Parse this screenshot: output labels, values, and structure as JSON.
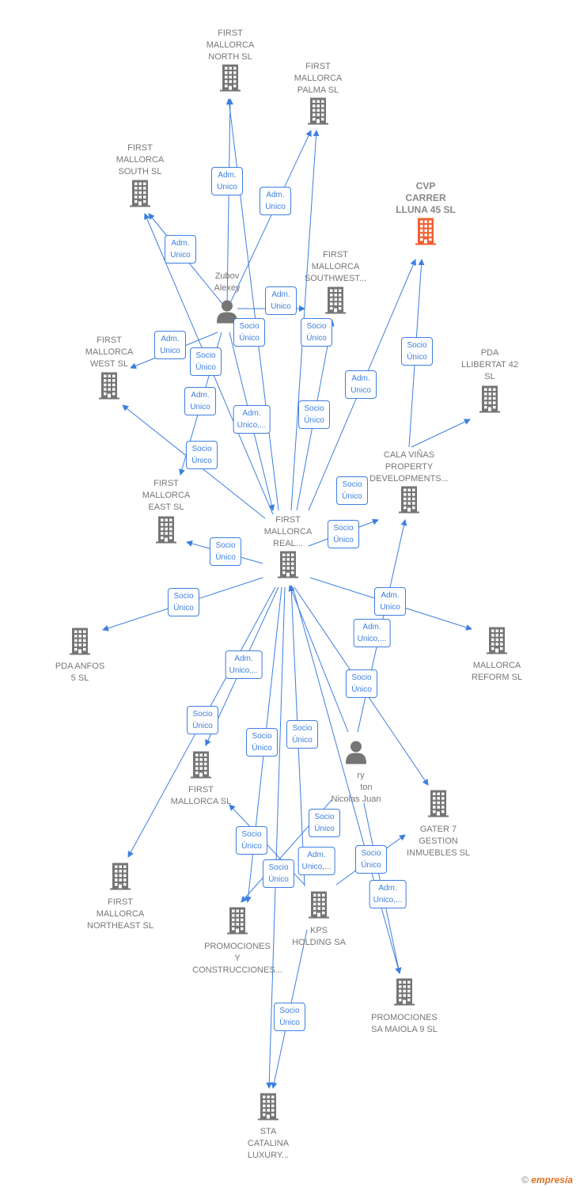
{
  "colors": {
    "edge": "#3d7fe0",
    "node": "#757575",
    "highlight": "#f06030"
  },
  "nodes": [
    {
      "id": "north",
      "type": "company",
      "label": [
        "FIRST",
        "MALLORCA",
        "NORTH  SL"
      ]
    },
    {
      "id": "palma",
      "type": "company",
      "label": [
        "FIRST",
        "MALLORCA",
        "PALMA  SL"
      ]
    },
    {
      "id": "south",
      "type": "company",
      "label": [
        "FIRST",
        "MALLORCA",
        "SOUTH  SL"
      ]
    },
    {
      "id": "cvp",
      "type": "company",
      "main": true,
      "label": [
        "CVP",
        "CARRER",
        "LLUNA 45  SL"
      ]
    },
    {
      "id": "zubov",
      "type": "person",
      "label": [
        "Zubov",
        "Alexey"
      ]
    },
    {
      "id": "southwest",
      "type": "company",
      "label": [
        "FIRST",
        "MALLORCA",
        "SOUTHWEST..."
      ]
    },
    {
      "id": "west",
      "type": "company",
      "label": [
        "FIRST",
        "MALLORCA",
        "WEST  SL"
      ]
    },
    {
      "id": "llibertat",
      "type": "company",
      "label": [
        "PDA",
        "LLIBERTAT 42",
        "SL"
      ]
    },
    {
      "id": "cala",
      "type": "company",
      "label": [
        "CALA VIÑAS",
        "PROPERTY",
        "DEVELOPMENTS..."
      ]
    },
    {
      "id": "east",
      "type": "company",
      "label": [
        "FIRST",
        "MALLORCA",
        "EAST  SL"
      ]
    },
    {
      "id": "real",
      "type": "company",
      "label": [
        "FIRST",
        "MALLORCA",
        "REAL..."
      ]
    },
    {
      "id": "anfos",
      "type": "company",
      "label": [
        "PDA ANFOS",
        "5  SL"
      ]
    },
    {
      "id": "reform",
      "type": "company",
      "label": [
        "MALLORCA",
        "REFORM  SL"
      ]
    },
    {
      "id": "nicolas",
      "type": "person",
      "label": [
        "ry",
        "ton",
        "Nicolas Juan"
      ]
    },
    {
      "id": "fmsl",
      "type": "company",
      "label": [
        "FIRST",
        "MALLORCA SL"
      ]
    },
    {
      "id": "gater",
      "type": "company",
      "label": [
        "GATER 7",
        "GESTION",
        "INMUEBLES  SL"
      ]
    },
    {
      "id": "northeast",
      "type": "company",
      "label": [
        "FIRST",
        "MALLORCA",
        "NORTHEAST  SL"
      ]
    },
    {
      "id": "promy",
      "type": "company",
      "label": [
        "PROMOCIONES",
        "Y",
        "CONSTRUCCIONES..."
      ]
    },
    {
      "id": "kps",
      "type": "company",
      "label": [
        "KPS",
        "HOLDING SA"
      ]
    },
    {
      "id": "maiola",
      "type": "company",
      "label": [
        "PROMOCIONES",
        "SA MAIOLA 9  SL"
      ]
    },
    {
      "id": "sta",
      "type": "company",
      "label": [
        "STA",
        "CATALINA",
        "LUXURY..."
      ]
    }
  ],
  "badges": [
    [
      "Adm.",
      "Unico"
    ],
    [
      "Adm.",
      "Unico"
    ],
    [
      "Adm.",
      "Unico"
    ],
    [
      "Socio",
      "Único"
    ],
    [
      "Adm.",
      "Unico"
    ],
    [
      "Socio",
      "Único"
    ],
    [
      "Adm.",
      "Unico"
    ],
    [
      "Socio",
      "Único"
    ],
    [
      "Adm.",
      "Unico"
    ],
    [
      "Socio",
      "Único"
    ],
    [
      "Adm.",
      "Unico"
    ],
    [
      "Adm.",
      "Unico,..."
    ],
    [
      "Socio",
      "Único"
    ],
    [
      "Socio",
      "Único"
    ],
    [
      "Socio",
      "Único"
    ],
    [
      "Socio",
      "Único"
    ],
    [
      "Socio",
      "Único"
    ],
    [
      "Socio",
      "Único"
    ],
    [
      "Adm.",
      "Unico"
    ],
    [
      "Adm.",
      "Unico,..."
    ],
    [
      "Adm.",
      "Unico,..."
    ],
    [
      "Socio",
      "Único"
    ],
    [
      "Socio",
      "Único"
    ],
    [
      "Socio",
      "Único"
    ],
    [
      "Socio",
      "Único"
    ],
    [
      "Socio",
      "Único"
    ],
    [
      "Socio",
      "Único"
    ],
    [
      "Socio",
      "Único"
    ],
    [
      "Adm.",
      "Unico,..."
    ],
    [
      "Socio",
      "Único"
    ],
    [
      "Adm.",
      "Unico,..."
    ],
    [
      "Socio",
      "Único"
    ]
  ],
  "footer": {
    "copyright": "©",
    "brand": "empresia"
  }
}
